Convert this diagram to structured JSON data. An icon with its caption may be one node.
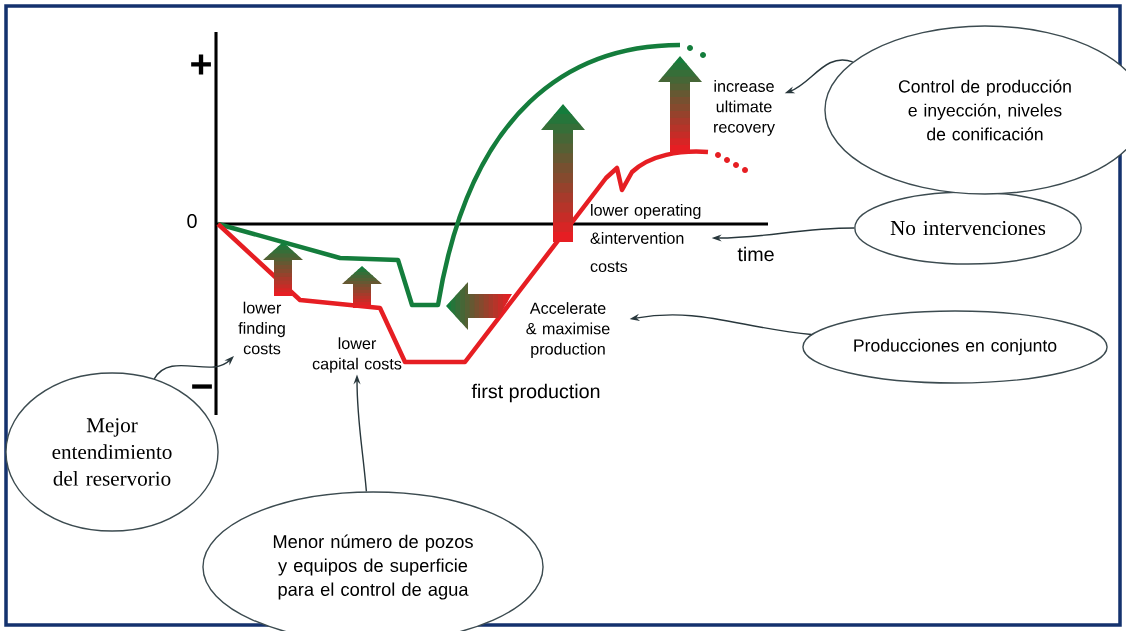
{
  "diagram": {
    "nodes": [
      {
        "text": [
          "lower finding costs"
        ]
      },
      {
        "text": [
          "lower capital costs"
        ]
      },
      {
        "text": [
          "Accelerate & maximise production"
        ]
      },
      {
        "text": [
          "lower operating &intervention costs"
        ]
      },
      {
        "text": [
          "increase ultimate recovery"
        ]
      },
      {
        "text": [
          "Mejor entendimiento del reservorio"
        ]
      },
      {
        "text": [
          "Menor número de pozos y equipos de superficie para el control de agua"
        ]
      },
      {
        "text": [
          "Producciones en conjunto"
        ]
      },
      {
        "text": [
          "No intervenciones"
        ]
      },
      {
        "text": [
          "Control de producción e inyección, niveles de conificación"
        ]
      }
    ],
    "edges": [
      {
        "from": 5,
        "to": 0,
        "arrow": "to"
      },
      {
        "from": 6,
        "to": 1,
        "arrow": "to"
      },
      {
        "from": 7,
        "to": 2,
        "arrow": "to"
      },
      {
        "from": 8,
        "to": 3,
        "arrow": "to"
      },
      {
        "from": 9,
        "to": 4,
        "arrow": "to"
      }
    ],
    "labels": [
      "+",
      "0",
      "−",
      "time",
      "first production"
    ]
  }
}
